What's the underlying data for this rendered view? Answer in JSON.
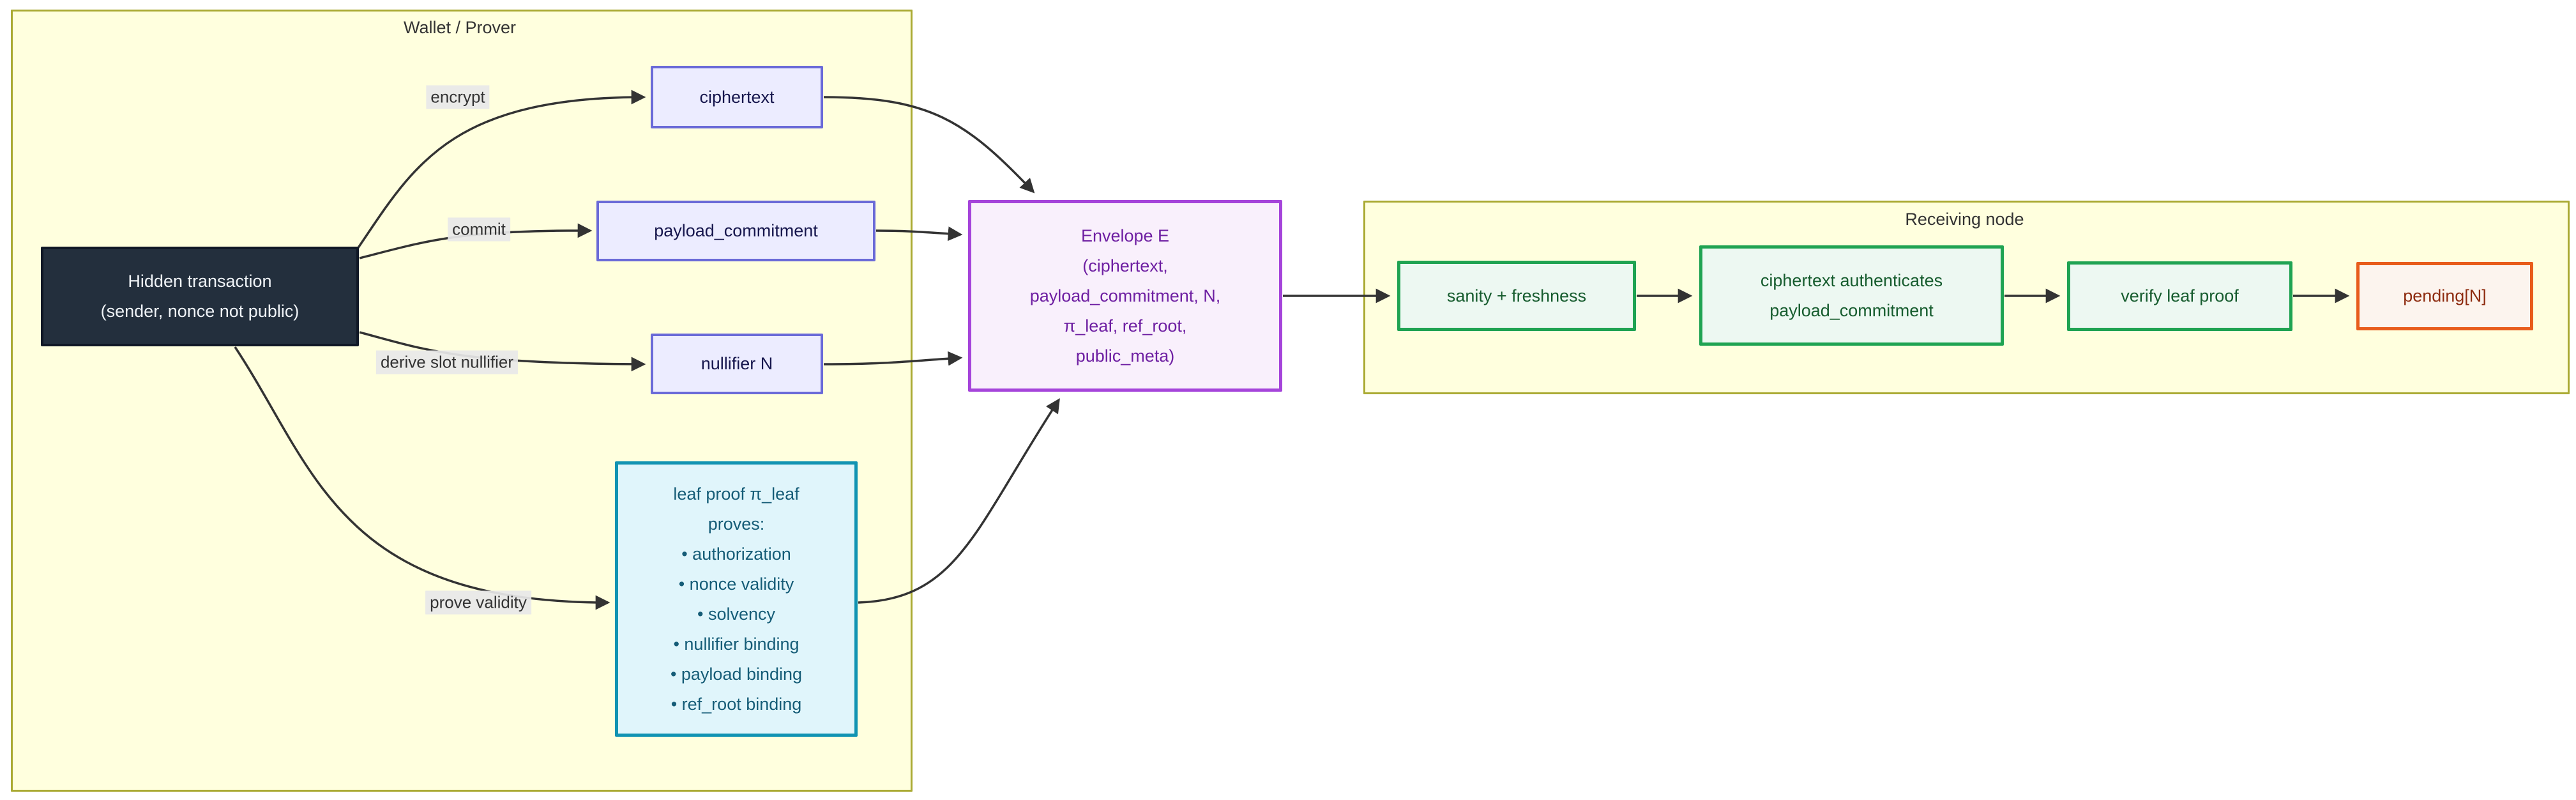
{
  "diagram": {
    "clusters": {
      "wallet": {
        "title": "Wallet / Prover"
      },
      "receiving": {
        "title": "Receiving node"
      }
    },
    "nodes": {
      "hidden": {
        "label": "Hidden transaction\n(sender, nonce not public)"
      },
      "ciphertext": {
        "label": "ciphertext"
      },
      "payload_commitment": {
        "label": "payload_commitment"
      },
      "nullifier": {
        "label": "nullifier N"
      },
      "leaf_proof": {
        "label": "leaf proof π_leaf\nproves:\n• authorization\n• nonce validity\n• solvency\n• nullifier binding\n• payload binding\n• ref_root binding"
      },
      "envelope": {
        "label": "Envelope E\n(ciphertext,\npayload_commitment, N,\nπ_leaf, ref_root,\npublic_meta)"
      },
      "sanity": {
        "label": "sanity + freshness"
      },
      "auth": {
        "label": "ciphertext authenticates\npayload_commitment"
      },
      "verify": {
        "label": "verify leaf proof"
      },
      "pending": {
        "label": "pending[N]"
      }
    },
    "edge_labels": {
      "encrypt": "encrypt",
      "commit": "commit",
      "derive": "derive slot nullifier",
      "prove": "prove validity"
    },
    "colors": {
      "cluster_fill": "#ffffde",
      "cluster_border": "#aaaa33",
      "lavender_fill": "#ececff",
      "lavender_border": "#6a6ad8",
      "lavender_text": "#16164d",
      "dark_fill": "#232f3d",
      "dark_text": "#f0f4f8",
      "cyan_fill": "#e0f5fb",
      "cyan_border": "#1193b2",
      "cyan_text": "#155c77",
      "purple_fill": "#f9f0fc",
      "purple_border": "#a544da",
      "purple_text": "#6e1fa2",
      "green_fill": "#edf8f2",
      "green_border": "#1fa352",
      "green_text": "#165c2e",
      "orange_fill": "#fcf4ee",
      "orange_border": "#e85c1b",
      "orange_text": "#8e2c10",
      "edge_stroke": "#333333",
      "edge_label_bg": "#e8e8e8"
    }
  }
}
